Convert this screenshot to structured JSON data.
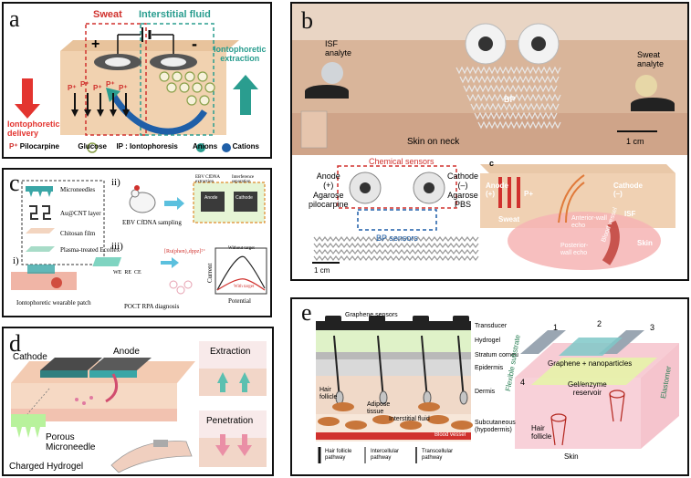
{
  "panels": {
    "a": {
      "label": "a",
      "sweat": "Sweat",
      "isf": "Interstitial fluid",
      "plus": "+",
      "minus": "-",
      "delivery_1": "Iontophoretic",
      "delivery_2": "delivery",
      "extraction_1": "Iontophoretic",
      "extraction_2": "extraction",
      "legend_p": "Pilocarpine",
      "legend_p_sym": "P⁺",
      "legend_g": "Glucose",
      "legend_g_sym": "G",
      "legend_ip": "IP : Iontophoresis",
      "legend_anion": "Anions",
      "legend_cation": "Cations",
      "p_mark": "P⁺",
      "g_mark": "G"
    },
    "b": {
      "label": "b",
      "isf_analyte_1": "ISF",
      "isf_analyte_2": "analyte",
      "sweat_analyte_1": "Sweat",
      "sweat_analyte_2": "analyte",
      "bp": "BP",
      "skin_on_neck": "Skin on neck",
      "scale": "1 cm",
      "chem_sensors": "Chemical sensors",
      "anode": "Anode",
      "anode_sign": "(+)",
      "agarose_1": "Agarose",
      "pilocarpine": "pilocarpine",
      "cathode": "Cathode",
      "cathode_sign": "(–)",
      "agarose_2": "Agarose",
      "pbs": "PBS",
      "bp_sensors": "BP sensors",
      "scale2": "1 cm",
      "inset_label": "c",
      "inset_anode": "Anode",
      "inset_anode_sign": "(+)",
      "inset_p": "P+",
      "inset_cathode": "Cathode",
      "inset_cathode_sign": "(–)",
      "inset_sweat": "Sweat",
      "inset_isf": "ISF",
      "inset_anterior_1": "Anterior-wall",
      "inset_anterior_2": "echo",
      "inset_posterior_1": "Posterior-",
      "inset_posterior_2": "wall echo",
      "inset_blood": "Blood vessel",
      "inset_skin": "Skin"
    },
    "c": {
      "label": "c",
      "layer1": "Microneedles",
      "layer2": "Au@CNT layer",
      "layer3": "Chitosan film",
      "layer4": "Plasma-treated Ecoflex",
      "i": "i)",
      "ii": "ii)",
      "iii": "iii)",
      "patch": "Iontophoretic wearable patch",
      "sampling": "EBV CfDNA sampling",
      "extraction": "EBV CfDNA extraction",
      "interference": "Interference separation",
      "anode": "Anode",
      "cathode": "Cathode",
      "rpa": "POCT RPA diagnosis",
      "reagent": "[Ru(phen)₂dppz]²⁺",
      "we": "WE",
      "re": "RE",
      "ce": "CE",
      "without": "Without target",
      "with": "With target",
      "current": "Current",
      "potential": "Potential"
    },
    "d": {
      "label": "d",
      "cathode": "Cathode",
      "anode": "Anode",
      "porous_1": "Porous",
      "porous_2": "Microneedle",
      "hydrogel": "Charged Hydrogel",
      "extraction": "Extraction",
      "penetration": "Penetration"
    },
    "e": {
      "label": "e",
      "graphene_sensors": "Graphene sensors",
      "transducer": "Transducer",
      "hydrogel": "Hydrogel",
      "stratum": "Stratum corneu",
      "epidermis": "Epidermis",
      "dermis": "Dermis",
      "subcutaneous_1": "Subcutaneous",
      "subcutaneous_2": "(hypodermis)",
      "hair_follicle_1": "Hair",
      "hair_follicle_2": "follicle",
      "adipose_1": "Adipose",
      "adipose_2": "tissue",
      "interstitial": "Interstitial fluid",
      "blood": "Blood vessel",
      "path1_1": "Hair follicle",
      "path1_2": "pathway",
      "path2_1": "Intercellular",
      "path2_2": "pathway",
      "path3_1": "Transcellular",
      "path3_2": "pathway",
      "flexible": "Flexible substrate",
      "n1": "1",
      "n2": "2",
      "n3": "3",
      "n4": "4",
      "graphene_np": "Graphene + nanoparticles",
      "elastomer": "Elastomer",
      "gel_1": "Gel/enzyme",
      "gel_2": "reservoir",
      "r_hair_1": "Hair",
      "r_hair_2": "follicle",
      "skin": "Skin"
    }
  }
}
